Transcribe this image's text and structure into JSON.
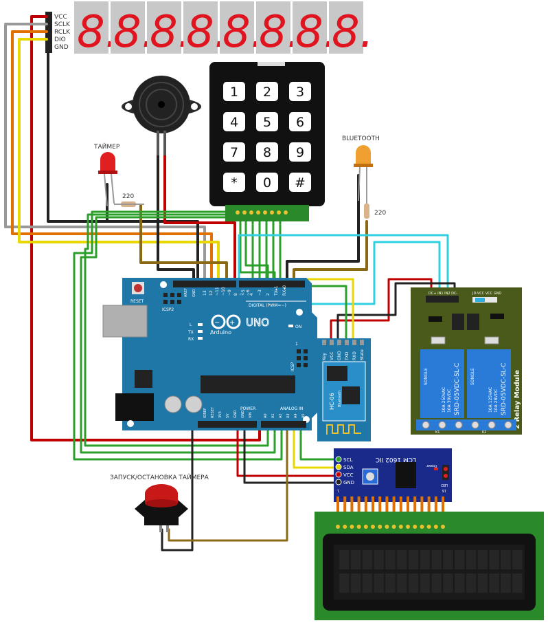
{
  "display": {
    "pins": [
      "VCC",
      "SCLK",
      "RCLK",
      "DIO",
      "GND"
    ],
    "digits": [
      "8.",
      "8.",
      "8.",
      "8.",
      "8.",
      "8.",
      "8.",
      "8."
    ]
  },
  "keypad": {
    "keys": [
      "1",
      "2",
      "3",
      "4",
      "5",
      "6",
      "7",
      "8",
      "9",
      "*",
      "0",
      "#"
    ]
  },
  "led_timer": {
    "label": "ТАЙМЕР",
    "resistor": "220"
  },
  "led_bt": {
    "label": "BLUETOOTH",
    "resistor": "220"
  },
  "button": {
    "label": "ЗАПУСК/ОСТАНОВКА ТАЙМЕРА"
  },
  "arduino": {
    "reset": "RESET",
    "icsp2": "ICSP2",
    "icsp": "ICSP",
    "brand": "Arduino",
    "model": "UNO",
    "on": "ON",
    "tx": "TX",
    "rx": "RX",
    "l": "L",
    "digital": "DIGITAL (PWM=~)",
    "analog": "ANALOG IN",
    "power": "POWER",
    "aref": "AREF",
    "gnd": "GND",
    "top_pins": [
      "13",
      "12",
      "~11",
      "~10",
      "~9",
      "8",
      "7",
      "~6",
      "~5",
      "4",
      "~3",
      "2",
      "TX▸1",
      "RX◂0"
    ],
    "power_pins": [
      "IOREF",
      "RESET",
      "3V3",
      "5V",
      "GND",
      "GND",
      "VIN"
    ],
    "analog_pins": [
      "A0",
      "A1",
      "A2",
      "A3",
      "A4",
      "A5"
    ],
    "one": "1"
  },
  "bt_module": {
    "pins": [
      "Key",
      "VCC",
      "GND",
      "TXD",
      "RXD",
      "State"
    ],
    "name": "HC-06",
    "sub": "Bluetooth"
  },
  "relay": {
    "title": "2 Relay Module",
    "relay_brand": "SONGLE",
    "relay_model": "SRD-05VDC-SL-C",
    "relay_ratings": [
      "10A 250VAC",
      "10A 125VAC",
      "10A 30VDC",
      "10A 28VDC"
    ],
    "in_header": "DC+ IN1 IN2 DC-",
    "jd_header": "JD-VCC VCC GND",
    "k_labels": [
      "K1",
      "K2"
    ]
  },
  "lcd_i2c": {
    "title": "LCM 1602 IIC",
    "pins": [
      "SCL",
      "SDA",
      "VCC",
      "GND"
    ],
    "power": "Power",
    "led": "LED",
    "pin16": "16",
    "pin1": "1"
  }
}
